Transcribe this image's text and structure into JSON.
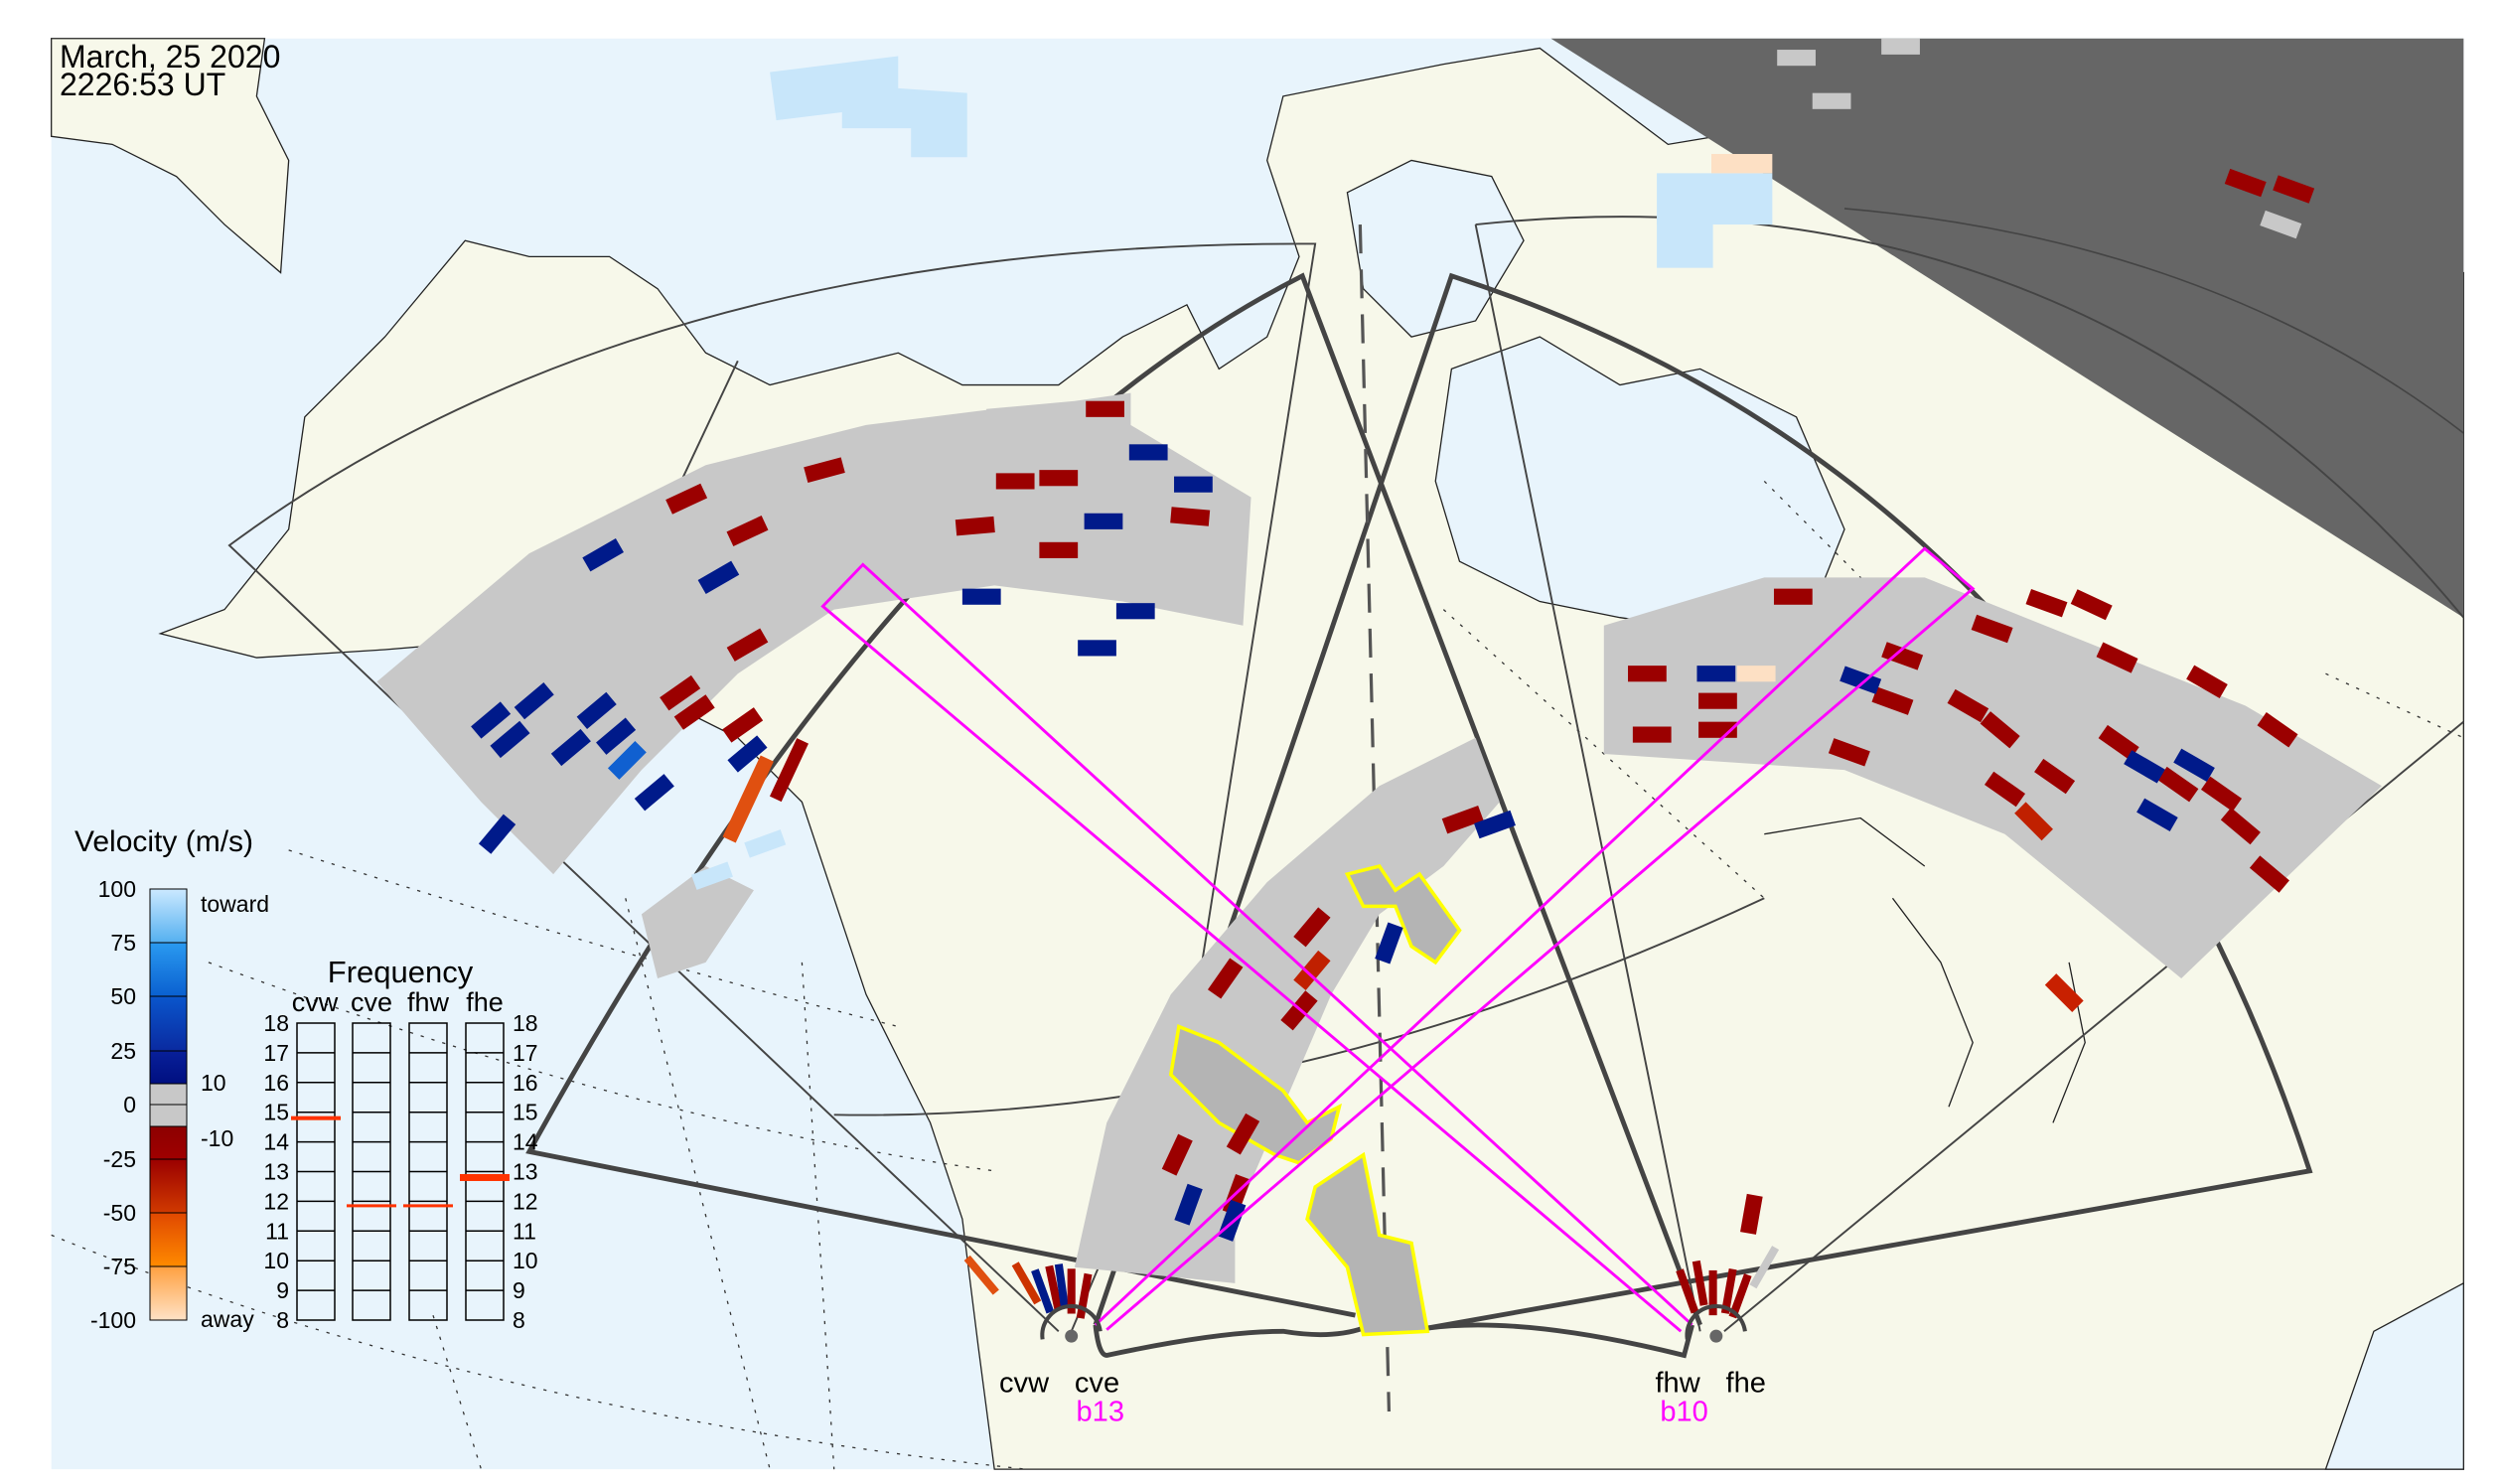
{
  "header": {
    "date": "March, 25 2020",
    "time": "2226:53 UT"
  },
  "radars": {
    "west_pair": {
      "left": "cvw",
      "right": "cve",
      "beam": "b13"
    },
    "east_pair": {
      "left": "fhw",
      "right": "fhe",
      "beam": "b10"
    }
  },
  "velocity_legend": {
    "title": "Velocity (m/s)",
    "ticks": [
      "100",
      "75",
      "50",
      "25",
      "0",
      "-25",
      "-50",
      "-75",
      "-100"
    ],
    "threshold_pos": "10",
    "threshold_neg": "-10",
    "toward_label": "toward",
    "away_label": "away"
  },
  "frequency_panel": {
    "title": "Frequency",
    "columns": [
      "cvw",
      "cve",
      "fhw",
      "fhe"
    ],
    "ticks": [
      "18",
      "17",
      "16",
      "15",
      "14",
      "13",
      "12",
      "11",
      "10",
      "9",
      "8"
    ],
    "values_mhz": {
      "cvw": 14.8,
      "cve": 11.85,
      "fhw": 11.85,
      "fhe": 12.8
    }
  },
  "colors": {
    "ocean": "#e8f4fc",
    "land": "#f7f8ea",
    "night": "#666666",
    "ground_scatter": "#c8c8c8",
    "beam": "#ff00ff",
    "toward": "#001a8a",
    "away": "#9b0000",
    "freq_marker": "#ff3300"
  }
}
